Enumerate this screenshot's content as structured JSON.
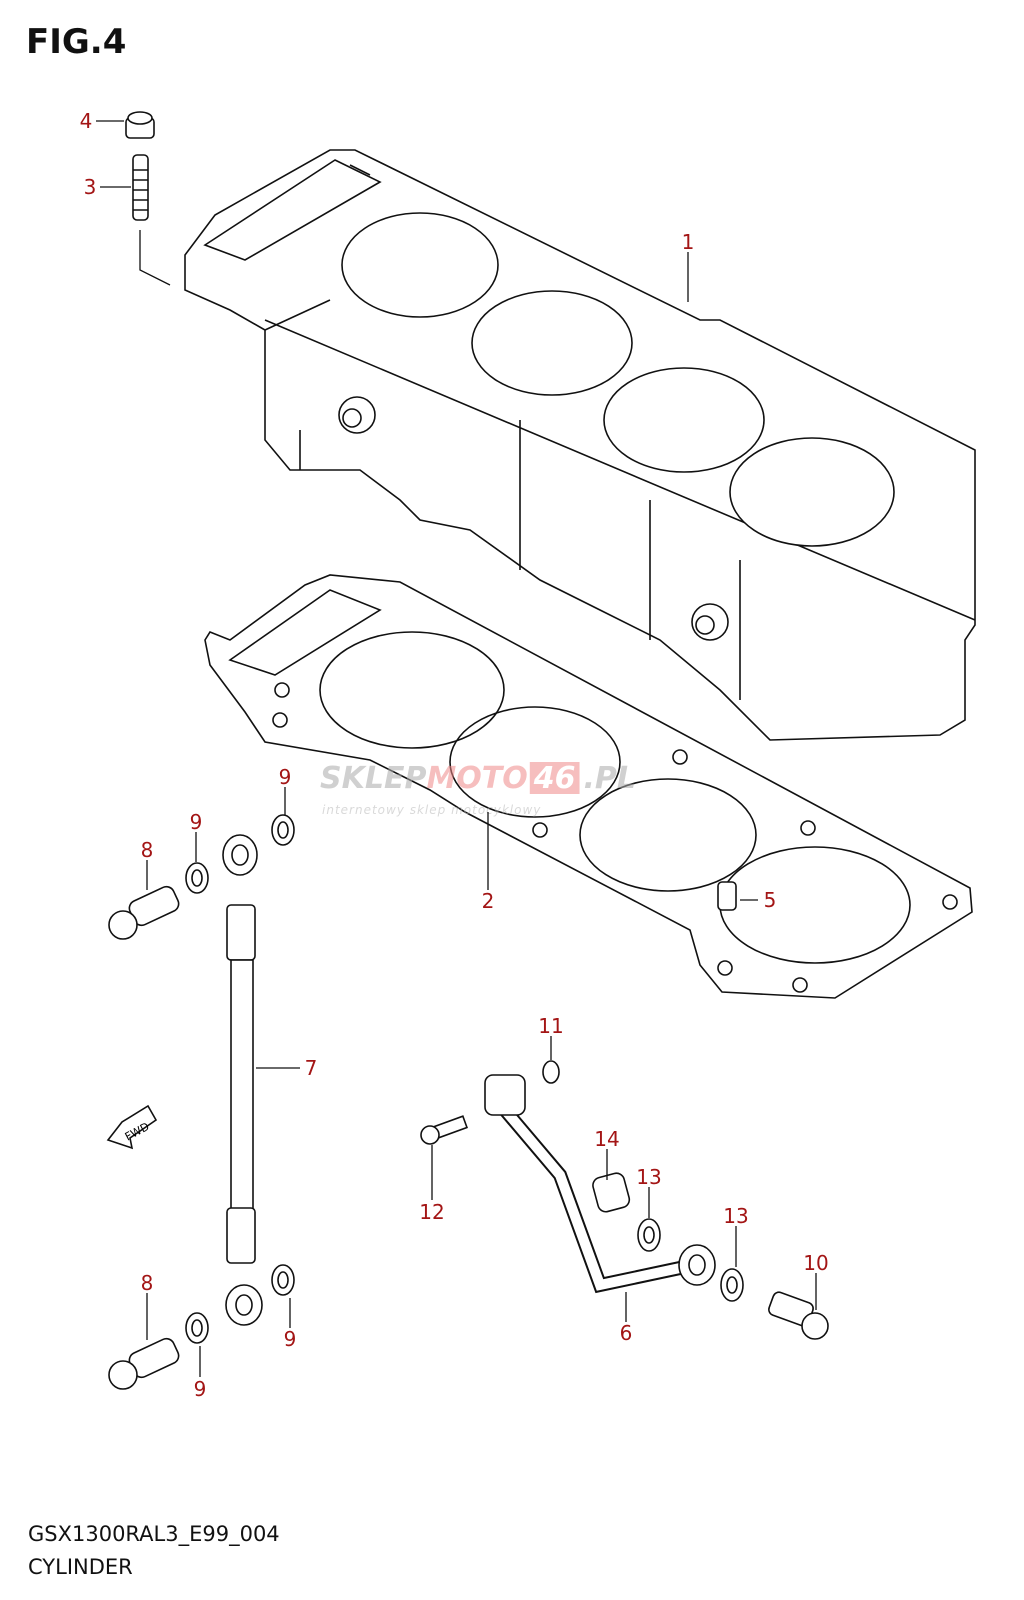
{
  "figure": {
    "title": "FIG.4"
  },
  "footer": {
    "code": "GSX1300RAL3_E99_004",
    "name": "CYLINDER"
  },
  "watermark": {
    "part1": "SKLEP",
    "part2": "MOTO",
    "part3": "46",
    "part4": ".PL",
    "tagline": "internetowy sklep motocyklowy"
  },
  "fwd_label": "FWD",
  "label_color": "#a31515",
  "callouts": [
    "4",
    "3",
    "1",
    "9",
    "9",
    "8",
    "2",
    "5",
    "11",
    "7",
    "14",
    "13",
    "12",
    "13",
    "10",
    "6",
    "8",
    "9",
    "9"
  ]
}
